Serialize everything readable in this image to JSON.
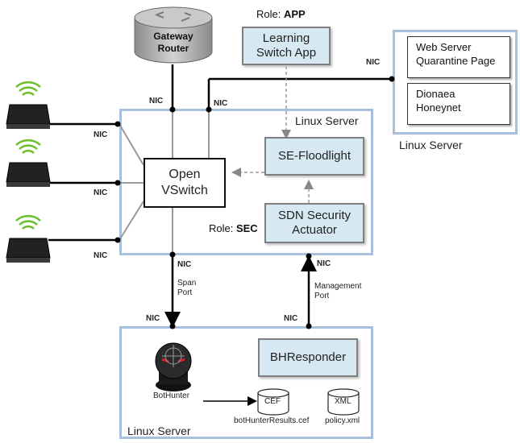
{
  "gateway": {
    "line1": "Gateway",
    "line2": "Router"
  },
  "app_role": {
    "prefix": "Role: ",
    "value": "APP"
  },
  "learning_switch": {
    "line1": "Learning",
    "line2": "Switch App"
  },
  "web_server": {
    "line1": "Web Server",
    "line2": "Quarantine Page"
  },
  "dionaea": {
    "line1": "Dionaea",
    "line2": "Honeynet"
  },
  "right_server_title": "Linux Server",
  "center_server_title": "Linux Server",
  "bottom_server_title": "Linux Server",
  "ovs": {
    "line1": "Open",
    "line2": "VSwitch"
  },
  "floodlight": "SE-Floodlight",
  "sdn_actuator": {
    "line1": "SDN Security",
    "line2": "Actuator"
  },
  "sec_role": {
    "prefix": "Role: ",
    "value": "SEC"
  },
  "nic": "NIC",
  "span_port": "Span\nPort",
  "management_port": "Management\nPort",
  "bhresponder": "BHResponder",
  "bothunter": "BotHunter",
  "cef": "CEF",
  "xml": "XML",
  "cef_file": "botHunterResults.cef",
  "xml_file": "policy.xml",
  "colors": {
    "server_border": "#a9c0dc",
    "component_fill": "#d6e9f2"
  }
}
